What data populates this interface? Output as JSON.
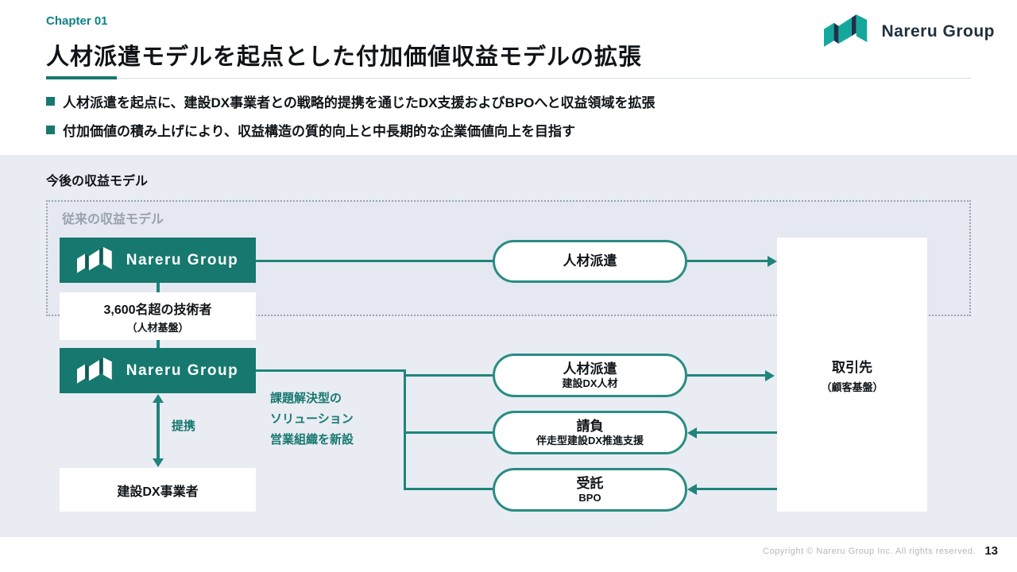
{
  "header": {
    "chapter": "Chapter 01",
    "title": "人材派遣モデルを起点とした付加価値収益モデルの拡張",
    "bullets": [
      "人材派遣を起点に、建設DX事業者との戦略的提携を通じたDX支援およびBPOへと収益領域を拡張",
      "付加価値の積み上げにより、収益構造の質的向上と中長期的な企業価値向上を目指す"
    ],
    "logo_text": "Nareru Group"
  },
  "diagram": {
    "section_title": "今後の収益モデル",
    "legacy_label": "従来の収益モデル",
    "company_box_top": "Nareru Group",
    "company_box_bottom": "Nareru Group",
    "talent_box": {
      "line1": "3,600名超の技術者",
      "line2": "（人材基盤）"
    },
    "partner_box": "建設DX事業者",
    "partnership_label": "提携",
    "solution_note": {
      "line1": "課題解決型の",
      "line2": "ソリューション",
      "line3": "営業組織を新設"
    },
    "pills": [
      {
        "title": "人材派遣",
        "subtitle": ""
      },
      {
        "title": "人材派遣",
        "subtitle": "建設DX人材"
      },
      {
        "title": "請負",
        "subtitle": "伴走型建設DX推進支援"
      },
      {
        "title": "受託",
        "subtitle": "BPO"
      }
    ],
    "client_box": {
      "line1": "取引先",
      "line2": "（顧客基盤）"
    }
  },
  "footer": {
    "copyright": "Copyright © Nareru Group Inc. All rights reserved.",
    "page": "13"
  },
  "colors": {
    "teal": "#17786F",
    "teal_bright": "#14a89d",
    "navy": "#20304a",
    "line": "#1f857b",
    "canvas_bg": "#e9ecf3"
  }
}
